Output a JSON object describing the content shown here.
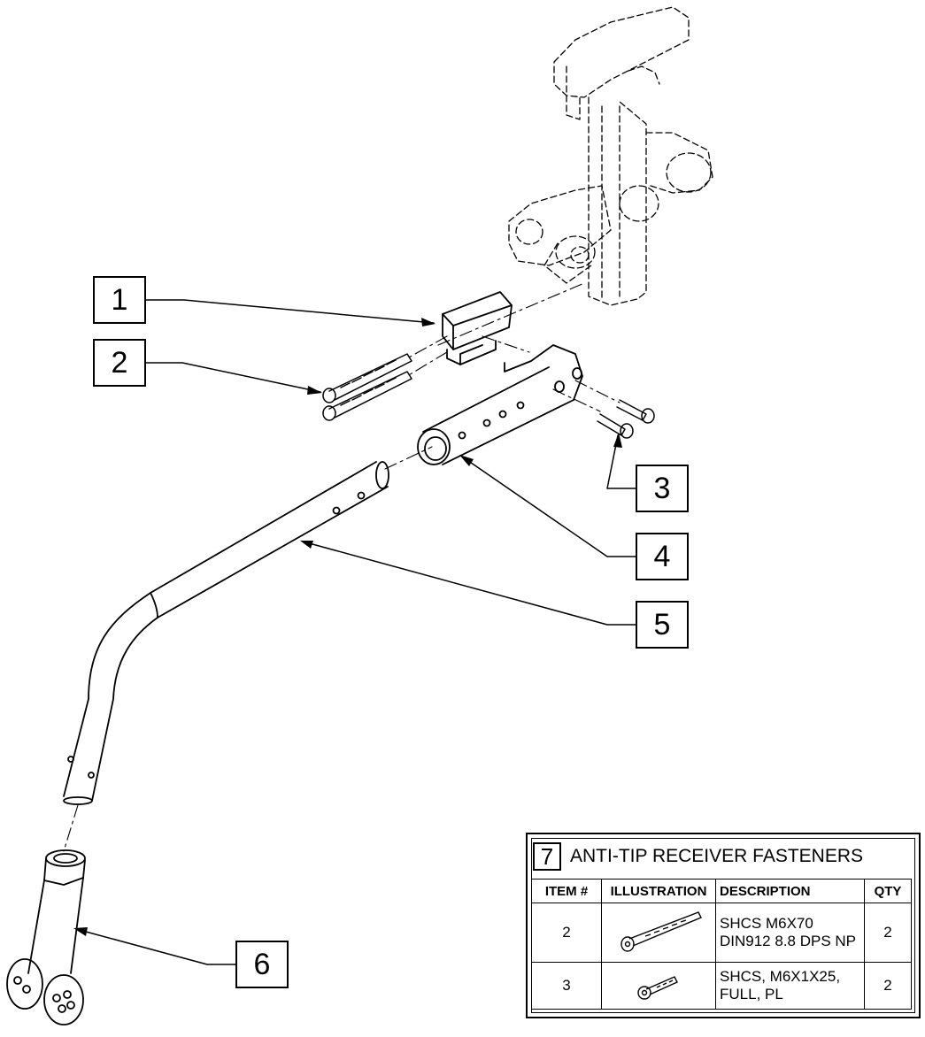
{
  "callouts": [
    {
      "id": "callout-1",
      "label": "1"
    },
    {
      "id": "callout-2",
      "label": "2"
    },
    {
      "id": "callout-3",
      "label": "3"
    },
    {
      "id": "callout-4",
      "label": "4"
    },
    {
      "id": "callout-5",
      "label": "5"
    },
    {
      "id": "callout-6",
      "label": "6"
    }
  ],
  "table": {
    "number": "7",
    "title": "ANTI-TIP RECEIVER FASTENERS",
    "headers": {
      "item": "ITEM #",
      "illustration": "ILLUSTRATION",
      "description": "DESCRIPTION",
      "qty": "QTY"
    },
    "rows": [
      {
        "item": "2",
        "description_line1": "SHCS M6X70",
        "description_line2": "DIN912 8.8 DPS NP",
        "qty": "2",
        "illustration_icon": "long-bolt-icon"
      },
      {
        "item": "3",
        "description_line1": "SHCS, M6X1X25,",
        "description_line2": "FULL, PL",
        "qty": "2",
        "illustration_icon": "short-bolt-icon"
      }
    ]
  }
}
